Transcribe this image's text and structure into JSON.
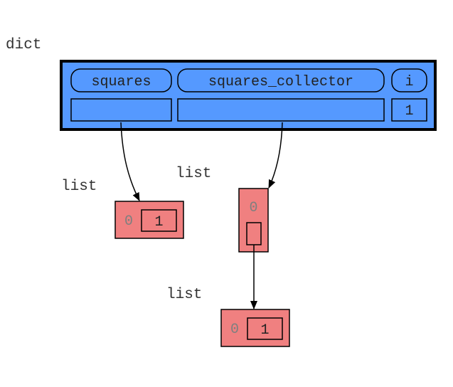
{
  "colors": {
    "dict_fill": "#5599ff",
    "list_fill": "#f08080",
    "stroke": "#000000",
    "index_text": "#7f7f7f"
  },
  "dict": {
    "type_label": "dict",
    "keys": [
      "squares",
      "squares_collector",
      "i"
    ],
    "values": [
      "",
      "",
      "1"
    ]
  },
  "list_a": {
    "type_label": "list",
    "index": "0",
    "value": "1"
  },
  "list_b": {
    "type_label": "list",
    "index": "0",
    "value": ""
  },
  "list_c": {
    "type_label": "list",
    "index": "0",
    "value": "1"
  }
}
